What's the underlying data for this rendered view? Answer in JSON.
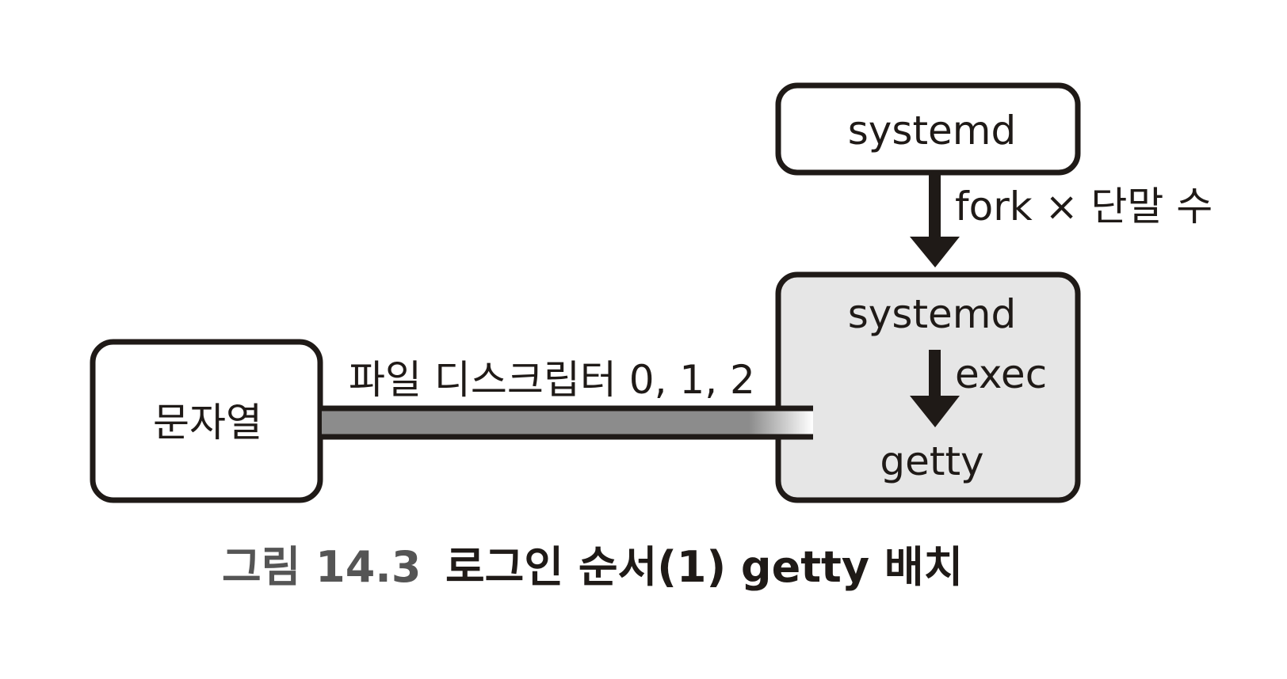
{
  "nodes": {
    "systemd_parent": {
      "label": "systemd"
    },
    "systemd_child": {
      "label": "systemd"
    },
    "getty": {
      "label": "getty"
    },
    "string": {
      "label": "문자열"
    }
  },
  "edges": {
    "fork": {
      "label": "fork × 단말 수"
    },
    "exec": {
      "label": "exec"
    },
    "fd": {
      "label": "파일 디스크립터 0, 1, 2"
    }
  },
  "caption": {
    "number": "그림 14.3",
    "title": "로그인 순서(1) getty 배치"
  },
  "colors": {
    "stroke": "#1f1a17",
    "process_fill": "#e6e6e6",
    "pipe_fill": "#8c8c8c",
    "caption_number": "#555555"
  }
}
